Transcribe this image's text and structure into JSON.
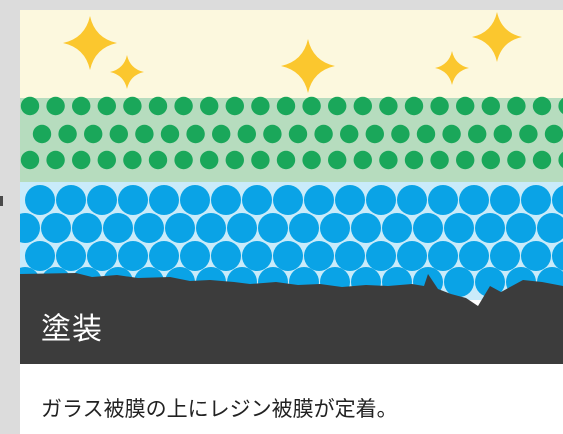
{
  "diagram": {
    "label": "塗装",
    "caption": "ガラス被膜の上にレジン被膜が定着。",
    "layers": [
      {
        "name": "glass-coating",
        "background": "#b6dcbe",
        "dot_color": "#1aa75a"
      },
      {
        "name": "resin-coating",
        "background": "#c9ebfa",
        "dot_color": "#0aa3e6"
      },
      {
        "name": "paint-base",
        "color": "#3c3c3c"
      }
    ],
    "sky_color": "#fcf8de",
    "sparkle_color": "#fbc72e",
    "sparkle_icon": "sparkle-icon"
  }
}
